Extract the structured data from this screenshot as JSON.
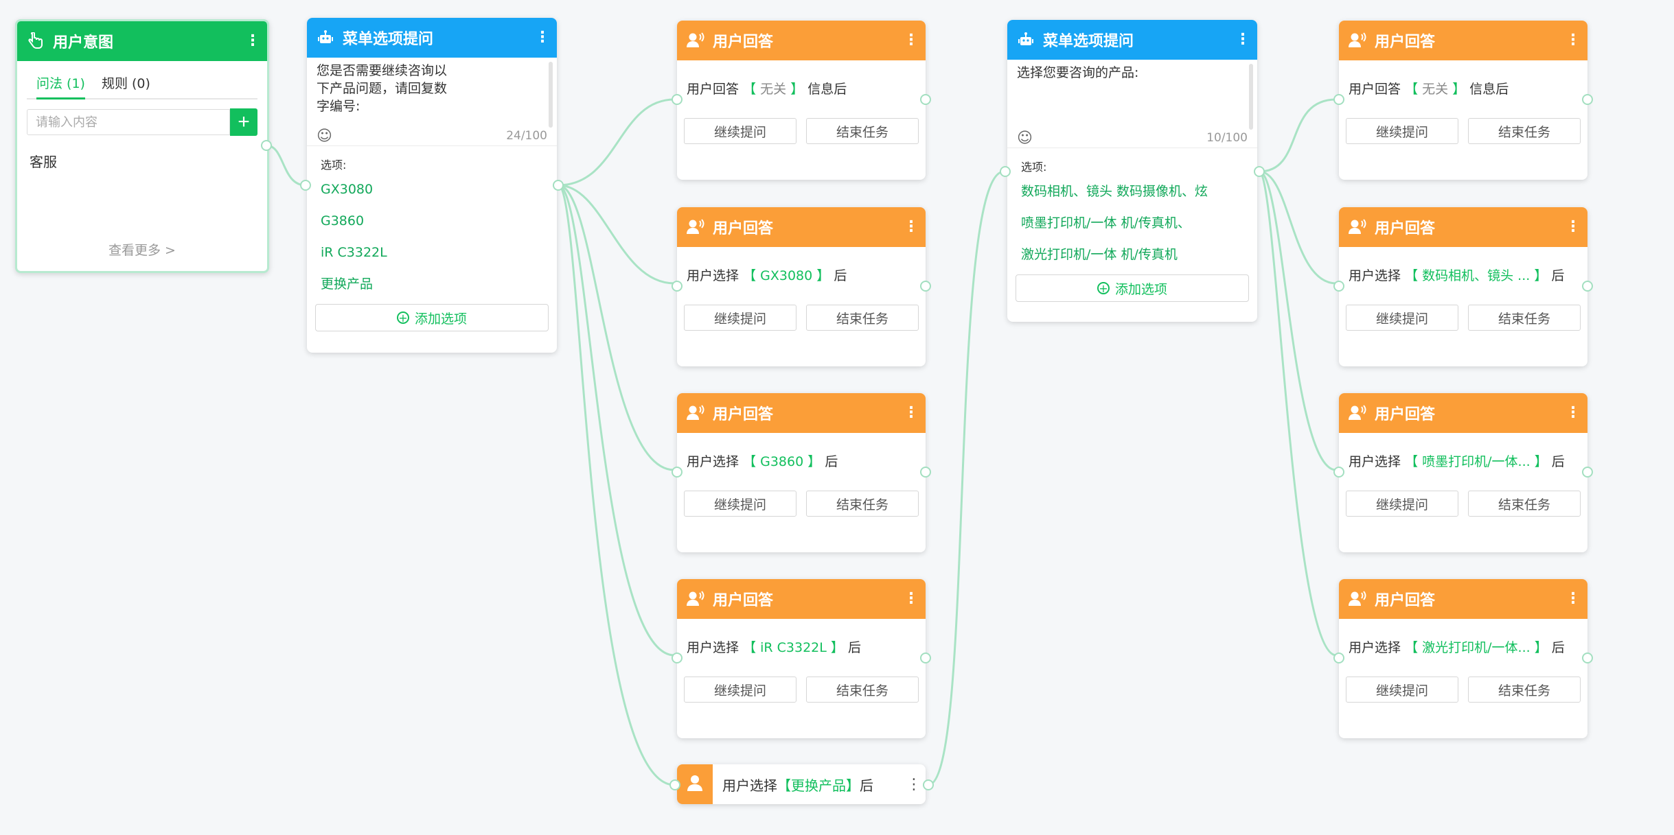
{
  "intent": {
    "title": "用户意图",
    "tab_question": "问法 (1)",
    "tab_rule": "规则 (0)",
    "search_placeholder": "请输入内容",
    "add_symbol": "+",
    "items": [
      "客服"
    ],
    "more": "查看更多 >"
  },
  "menu1": {
    "title": "菜单选项提问",
    "prompt_lines": [
      "您是否需要继续咨询以",
      "下产品问题，请回复数",
      "字编号:"
    ],
    "counter": "24/100",
    "options_label": "选项:",
    "options": [
      "GX3080",
      "G3860",
      "iR C3322L",
      "更换产品"
    ],
    "add_option": "添加选项"
  },
  "menu2": {
    "title": "菜单选项提问",
    "prompt_lines": [
      "选择您要咨询的产品:"
    ],
    "counter": "10/100",
    "options_label": "选项:",
    "options": [
      "数码相机、镜头 数码摄像机、炫",
      "喷墨打印机/一体 机/传真机、",
      "激光打印机/一体 机/传真机"
    ],
    "add_option": "添加选项"
  },
  "answers_common": {
    "title": "用户回答",
    "continue_btn": "继续提问",
    "end_btn": "结束任务",
    "bracket_open": "【",
    "bracket_close": "】"
  },
  "answers_col1": [
    {
      "prefix": "用户回答",
      "value": "无关",
      "suffix": "信息后",
      "style": "grey"
    },
    {
      "prefix": "用户选择",
      "value": "GX3080",
      "suffix": "后",
      "style": "green"
    },
    {
      "prefix": "用户选择",
      "value": "G3860",
      "suffix": "后",
      "style": "green"
    },
    {
      "prefix": "用户选择",
      "value": "iR C3322L",
      "suffix": "后",
      "style": "green"
    }
  ],
  "answers_col2": [
    {
      "prefix": "用户回答",
      "value": "无关",
      "suffix": "信息后",
      "style": "grey"
    },
    {
      "prefix": "用户选择",
      "value": "数码相机、镜头 ...",
      "suffix": "后",
      "style": "green"
    },
    {
      "prefix": "用户选择",
      "value": "喷墨打印机/一体...",
      "suffix": "后",
      "style": "green"
    },
    {
      "prefix": "用户选择",
      "value": "激光打印机/一体...",
      "suffix": "后",
      "style": "green"
    }
  ],
  "compact": {
    "prefix": "用户选择",
    "value": "【更换产品】",
    "suffix": "后"
  },
  "colors": {
    "green": "#12bf5d",
    "blue": "#17a5f5",
    "orange": "#fb9e38",
    "connector": "#a3dfc0"
  }
}
